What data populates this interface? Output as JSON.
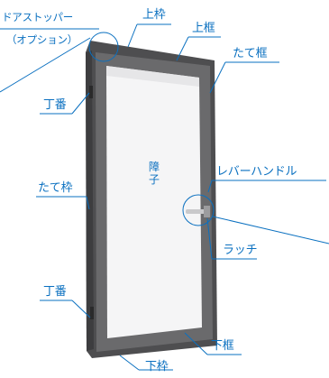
{
  "diagram": {
    "center_label": "障子",
    "labels": {
      "door_stopper": "ドアストッパー",
      "option": "（オプション）",
      "top_frame": "上枠",
      "top_stile": "上框",
      "vertical_stile": "たて框",
      "hinge_top": "丁番",
      "vertical_frame": "たて枠",
      "lever_handle": "レバーハンドル",
      "latch": "ラッチ",
      "hinge_bottom": "丁番",
      "bottom_stile": "下框",
      "bottom_frame": "下枠"
    }
  },
  "colors": {
    "accent": "#0a70c0",
    "frame": "#4e4e50",
    "frame_highlight": "#6a6a6c",
    "panel": "#f5f5f6",
    "handle": "#c9c9cb"
  }
}
